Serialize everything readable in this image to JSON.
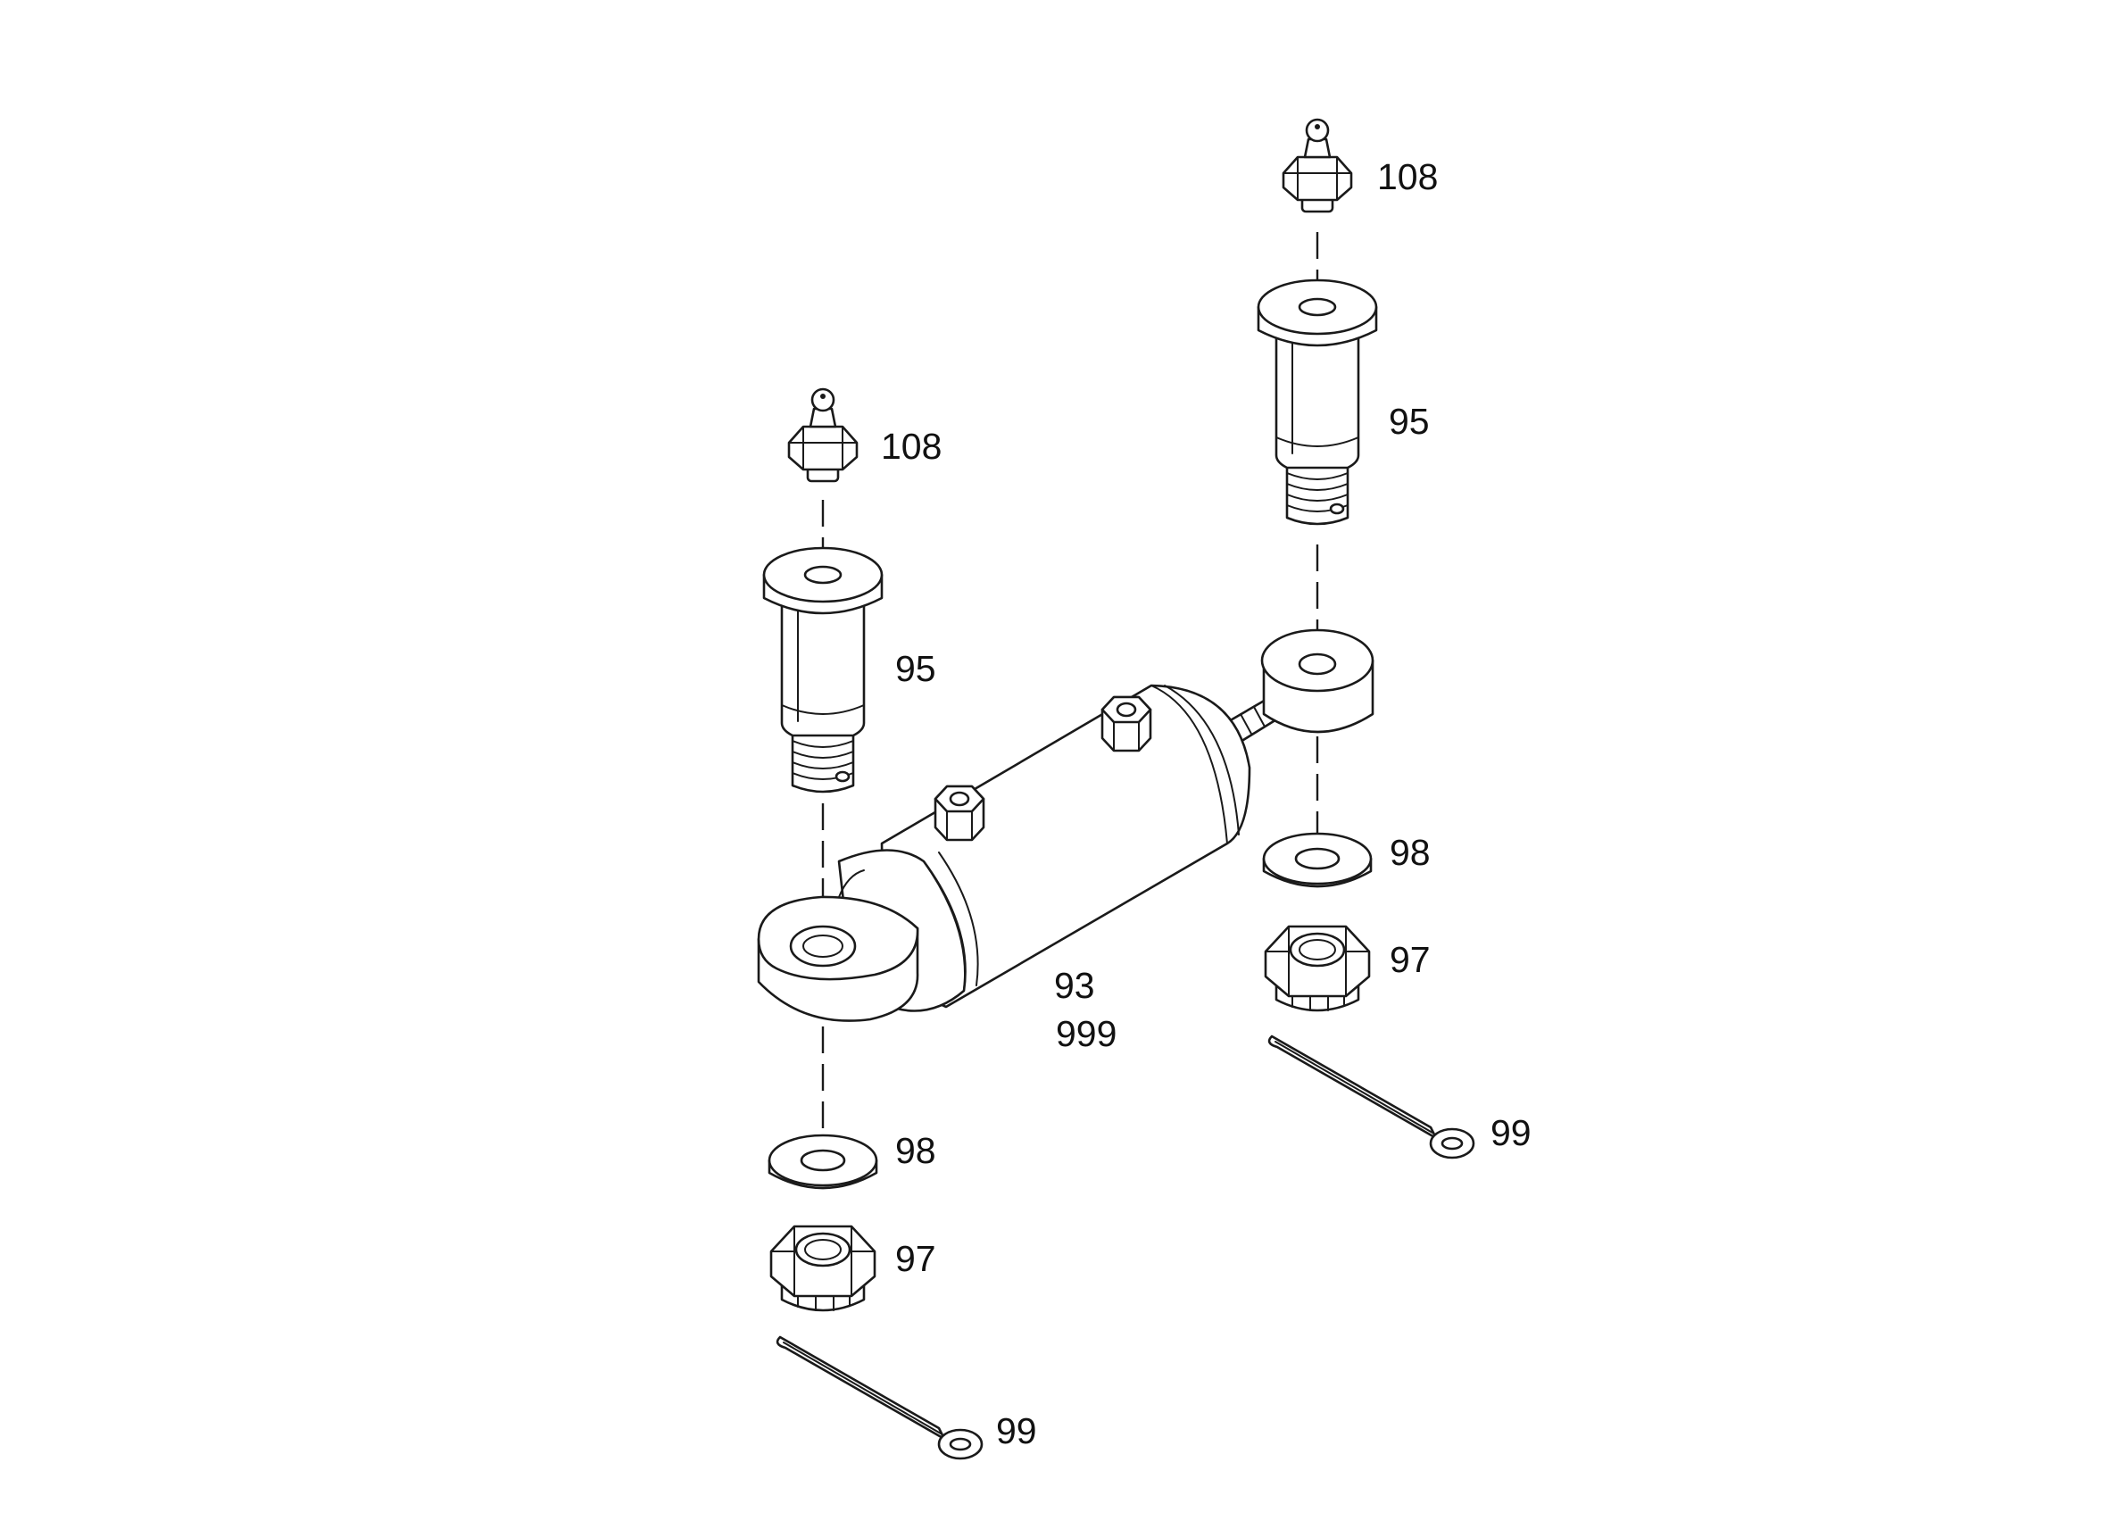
{
  "diagram": {
    "callouts": {
      "fitting_left": "108",
      "fitting_right": "108",
      "pin_left": "95",
      "pin_right": "95",
      "cylinder_a": "93",
      "cylinder_b": "999",
      "washer_left": "98",
      "washer_right": "98",
      "nut_left": "97",
      "nut_right": "97",
      "cotter_left": "99",
      "cotter_right": "99"
    }
  }
}
